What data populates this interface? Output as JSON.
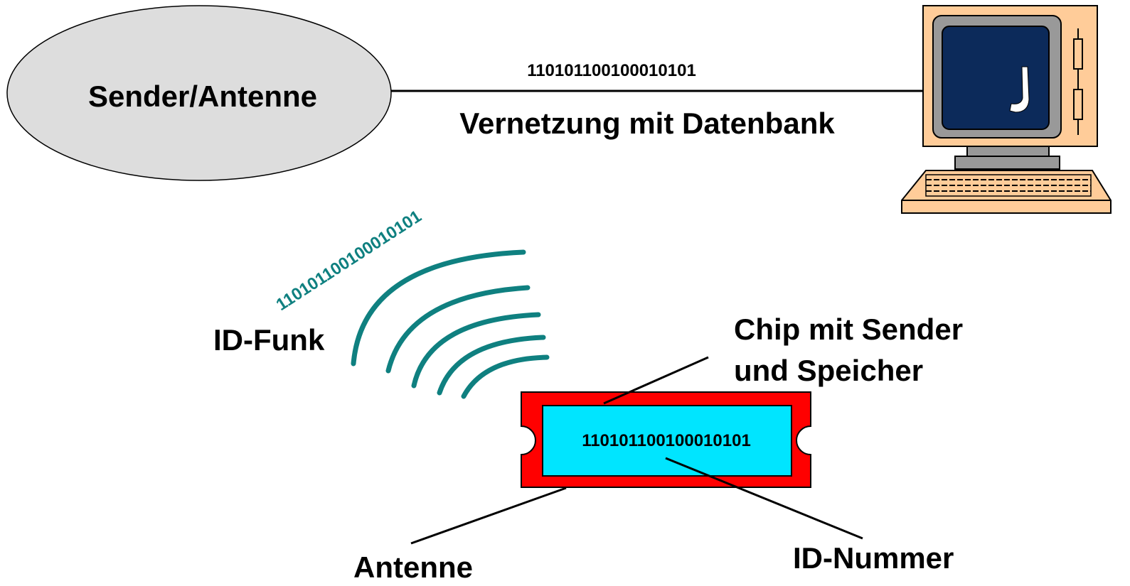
{
  "sender": {
    "label": "Sender/Antenne"
  },
  "network": {
    "bits": "110101100100010101",
    "label": "Vernetzung mit Datenbank"
  },
  "radio": {
    "bits": "110101100100010101",
    "label": "ID-Funk"
  },
  "tag": {
    "bits": "110101100100010101",
    "chip_label_line1": "Chip mit Sender",
    "chip_label_line2": "und Speicher",
    "antenna_label": "Antenne",
    "id_label": "ID-Nummer"
  },
  "computer": {
    "screen_glyph": "J"
  },
  "colors": {
    "ellipse_fill": "#dddddd",
    "wave": "#0f8080",
    "tag_frame": "#ff0000",
    "tag_inner": "#00e5ff",
    "computer_body": "#ffcc99",
    "screen": "#0c2a5a",
    "screen_bezel": "#999999"
  },
  "icons": {
    "computer": "desktop-computer-icon",
    "radio_waves": "radio-waves-icon"
  }
}
